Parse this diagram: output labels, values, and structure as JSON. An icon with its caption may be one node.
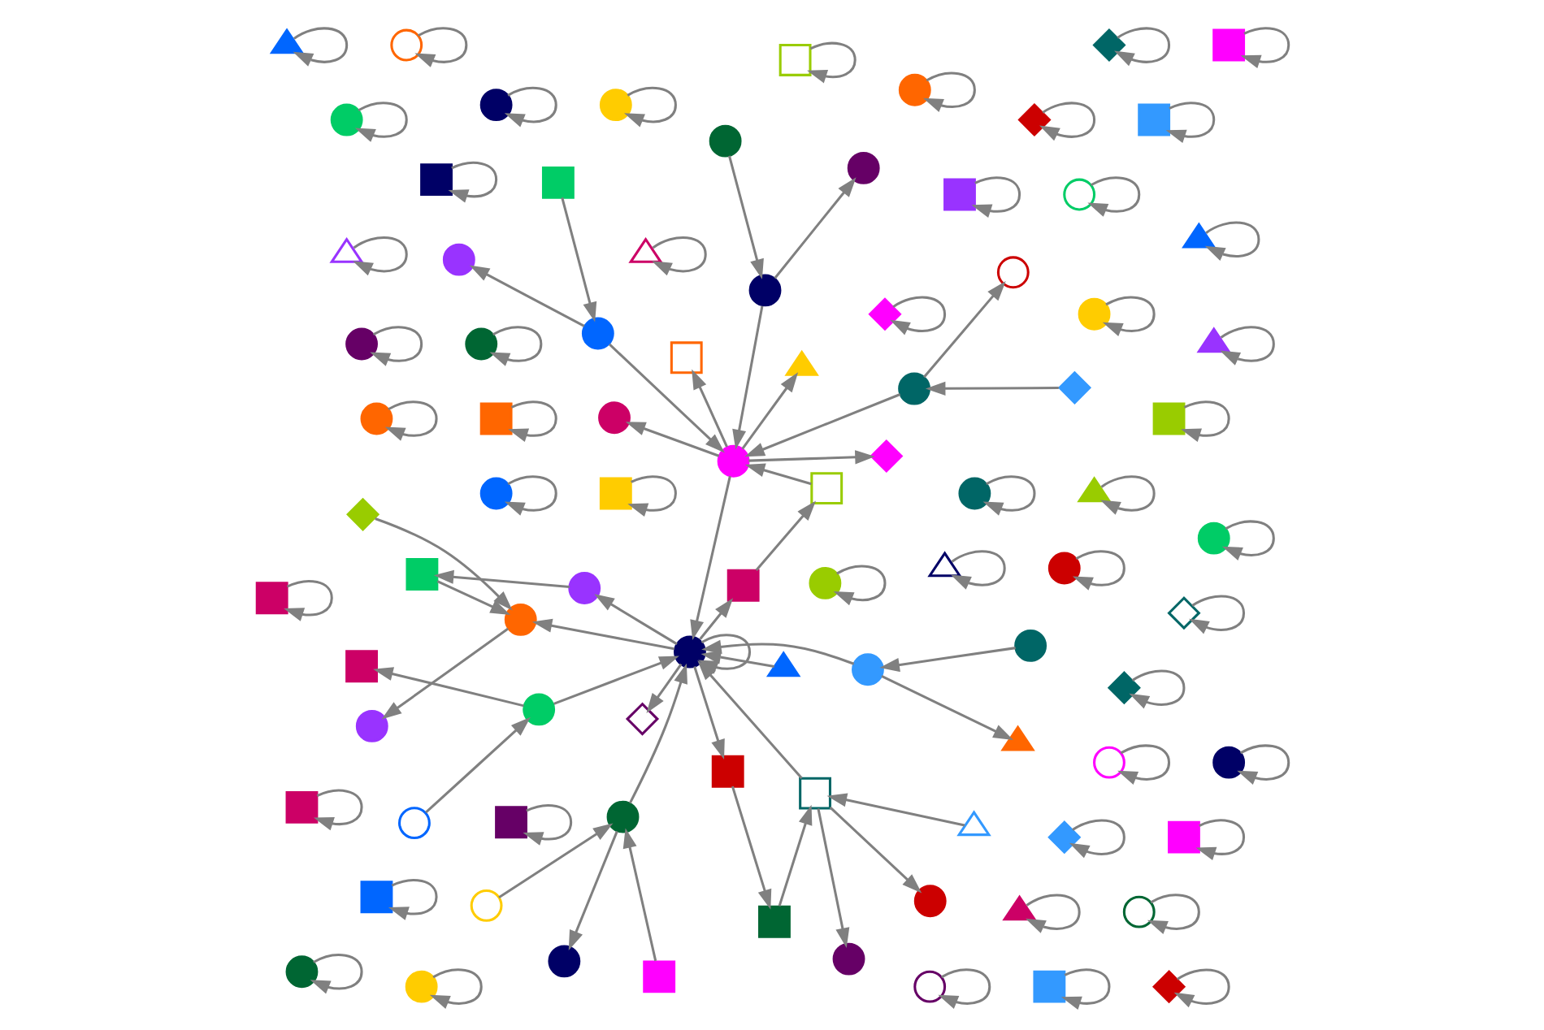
{
  "diagram": {
    "nodes": [
      {
        "text": [],
        "shape": "circle"
      },
      {
        "text": [],
        "shape": "circle"
      },
      {
        "text": [],
        "shape": "box"
      },
      {
        "text": [],
        "shape": "circle"
      },
      {
        "text": [],
        "shape": "triangle"
      },
      {
        "text": [],
        "shape": "box"
      },
      {
        "text": [],
        "shape": "circle"
      },
      {
        "text": [],
        "shape": "diamond"
      },
      {
        "text": [],
        "shape": "circle"
      },
      {
        "text": [],
        "shape": "box"
      },
      {
        "text": [],
        "shape": "circle"
      },
      {
        "text": [],
        "shape": "circle"
      },
      {
        "text": [],
        "shape": "box"
      },
      {
        "text": [],
        "shape": "triangle"
      },
      {
        "text": [],
        "shape": "circle"
      },
      {
        "text": [],
        "shape": "diamond"
      },
      {
        "text": [],
        "shape": "circle"
      },
      {
        "text": [],
        "shape": "box"
      },
      {
        "text": [],
        "shape": "circle"
      },
      {
        "text": [],
        "shape": "circle"
      },
      {
        "text": [],
        "shape": "box"
      },
      {
        "text": [],
        "shape": "circle"
      },
      {
        "text": [],
        "shape": "triangle"
      },
      {
        "text": [],
        "shape": "circle"
      },
      {
        "text": [],
        "shape": "box"
      },
      {
        "text": [],
        "shape": "circle"
      },
      {
        "text": [],
        "shape": "diamond"
      },
      {
        "text": [],
        "shape": "circle"
      },
      {
        "text": [],
        "shape": "circle"
      },
      {
        "text": [],
        "shape": "box"
      },
      {
        "text": [],
        "shape": "circle"
      },
      {
        "text": [],
        "shape": "triangle"
      },
      {
        "text": [],
        "shape": "circle"
      },
      {
        "text": [],
        "shape": "box"
      },
      {
        "text": [],
        "shape": "circle"
      },
      {
        "text": [],
        "shape": "circle"
      },
      {
        "text": [],
        "shape": "diamond"
      },
      {
        "text": [],
        "shape": "circle"
      },
      {
        "text": [],
        "shape": "box"
      },
      {
        "text": [],
        "shape": "circle"
      },
      {
        "text": [],
        "shape": "circle"
      },
      {
        "text": [],
        "shape": "box"
      },
      {
        "text": [],
        "shape": "triangle"
      },
      {
        "text": [],
        "shape": "diamond"
      },
      {
        "text": [],
        "shape": "circle"
      },
      {
        "text": [],
        "shape": "box"
      },
      {
        "text": [],
        "shape": "circle"
      },
      {
        "text": [],
        "shape": "triangle"
      },
      {
        "text": [],
        "shape": "circle"
      },
      {
        "text": [],
        "shape": "box"
      },
      {
        "text": [],
        "shape": "diamond"
      },
      {
        "text": [],
        "shape": "circle"
      },
      {
        "text": [],
        "shape": "circle"
      },
      {
        "text": [],
        "shape": "box"
      },
      {
        "text": [],
        "shape": "triangle"
      },
      {
        "text": [],
        "shape": "circle"
      },
      {
        "text": [],
        "shape": "box"
      },
      {
        "text": [],
        "shape": "circle"
      },
      {
        "text": [],
        "shape": "diamond"
      },
      {
        "text": [],
        "shape": "circle"
      },
      {
        "text": [],
        "shape": "box"
      },
      {
        "text": [],
        "shape": "triangle"
      },
      {
        "text": [],
        "shape": "circle"
      },
      {
        "text": [],
        "shape": "circle"
      },
      {
        "text": [],
        "shape": "box"
      },
      {
        "text": [],
        "shape": "diamond"
      },
      {
        "text": [],
        "shape": "circle"
      },
      {
        "text": [],
        "shape": "triangle"
      },
      {
        "text": [],
        "shape": "box"
      },
      {
        "text": [],
        "shape": "circle"
      },
      {
        "text": [],
        "shape": "circle"
      },
      {
        "text": [],
        "shape": "box"
      },
      {
        "text": [],
        "shape": "diamond"
      },
      {
        "text": [],
        "shape": "circle"
      },
      {
        "text": [],
        "shape": "triangle"
      },
      {
        "text": [],
        "shape": "box"
      },
      {
        "text": [],
        "shape": "circle"
      },
      {
        "text": [],
        "shape": "circle"
      },
      {
        "text": [],
        "shape": "box"
      },
      {
        "text": [],
        "shape": "diamond"
      },
      {
        "text": [],
        "shape": "circle"
      },
      {
        "text": [],
        "shape": "triangle"
      },
      {
        "text": [],
        "shape": "box"
      },
      {
        "text": [],
        "shape": "circle"
      },
      {
        "text": [],
        "shape": "circle"
      },
      {
        "text": [],
        "shape": "box"
      },
      {
        "text": [],
        "shape": "diamond"
      },
      {
        "text": [],
        "shape": "circle"
      },
      {
        "text": [],
        "shape": "triangle"
      },
      {
        "text": [],
        "shape": "box"
      }
    ],
    "edges": [
      {
        "from": 1,
        "to": 0,
        "arrow": "to"
      },
      {
        "from": 2,
        "to": 0,
        "arrow": "to"
      },
      {
        "from": 0,
        "to": 3,
        "arrow": "to"
      },
      {
        "from": 4,
        "to": 0,
        "arrow": "to"
      },
      {
        "from": 0,
        "to": 5,
        "arrow": "to"
      },
      {
        "from": 6,
        "to": 0,
        "arrow": "to"
      },
      {
        "from": 0,
        "to": 7,
        "arrow": "to"
      },
      {
        "from": 8,
        "to": 0,
        "arrow": "to"
      },
      {
        "from": 0,
        "to": 9,
        "arrow": "to"
      },
      {
        "from": 10,
        "to": 0,
        "arrow": "to"
      },
      {
        "from": 0,
        "to": 11,
        "arrow": "to"
      },
      {
        "from": 12,
        "to": 1,
        "arrow": "to"
      },
      {
        "from": 1,
        "to": 13,
        "arrow": "to"
      },
      {
        "from": 14,
        "to": 1,
        "arrow": "to"
      },
      {
        "from": 1,
        "to": 15,
        "arrow": "to"
      },
      {
        "from": 16,
        "to": 1,
        "arrow": "to"
      },
      {
        "from": 1,
        "to": 17,
        "arrow": "to"
      },
      {
        "from": 18,
        "to": 1,
        "arrow": "to"
      },
      {
        "from": 1,
        "to": 19,
        "arrow": "to"
      },
      {
        "from": 20,
        "to": 2,
        "arrow": "to"
      },
      {
        "from": 2,
        "to": 21,
        "arrow": "to"
      },
      {
        "from": 22,
        "to": 2,
        "arrow": "to"
      },
      {
        "from": 2,
        "to": 23,
        "arrow": "to"
      },
      {
        "from": 24,
        "to": 3,
        "arrow": "to"
      },
      {
        "from": 3,
        "to": 25,
        "arrow": "to"
      },
      {
        "from": 26,
        "to": 3,
        "arrow": "to"
      },
      {
        "from": 27,
        "to": 6,
        "arrow": "to"
      },
      {
        "from": 6,
        "to": 28,
        "arrow": "to"
      },
      {
        "from": 29,
        "to": 6,
        "arrow": "to"
      },
      {
        "from": 30,
        "to": 8,
        "arrow": "to"
      },
      {
        "from": 8,
        "to": 31,
        "arrow": "to"
      },
      {
        "from": 32,
        "to": 10,
        "arrow": "to"
      },
      {
        "from": 10,
        "to": 33,
        "arrow": "to"
      },
      {
        "from": 34,
        "to": 14,
        "arrow": "to"
      },
      {
        "from": 14,
        "to": 35,
        "arrow": "to"
      },
      {
        "from": 36,
        "to": 16,
        "arrow": "to"
      },
      {
        "from": 16,
        "to": 37,
        "arrow": "to"
      },
      {
        "from": 38,
        "to": 18,
        "arrow": "to"
      },
      {
        "from": 18,
        "to": 39,
        "arrow": "to"
      },
      {
        "from": 5,
        "to": 12,
        "arrow": "to"
      },
      {
        "from": 9,
        "to": 20,
        "arrow": "to"
      },
      {
        "from": 11,
        "to": 24,
        "arrow": "to"
      },
      {
        "from": 0,
        "to": 0,
        "arrow": "to"
      },
      {
        "from": 40,
        "to": 40,
        "arrow": "to"
      },
      {
        "from": 41,
        "to": 41,
        "arrow": "to"
      },
      {
        "from": 42,
        "to": 42,
        "arrow": "to"
      },
      {
        "from": 43,
        "to": 43,
        "arrow": "to"
      },
      {
        "from": 44,
        "to": 44,
        "arrow": "to"
      },
      {
        "from": 45,
        "to": 45,
        "arrow": "to"
      },
      {
        "from": 46,
        "to": 46,
        "arrow": "to"
      },
      {
        "from": 47,
        "to": 47,
        "arrow": "to"
      },
      {
        "from": 48,
        "to": 48,
        "arrow": "to"
      },
      {
        "from": 49,
        "to": 49,
        "arrow": "to"
      },
      {
        "from": 50,
        "to": 50,
        "arrow": "to"
      },
      {
        "from": 51,
        "to": 51,
        "arrow": "to"
      },
      {
        "from": 52,
        "to": 52,
        "arrow": "to"
      },
      {
        "from": 53,
        "to": 53,
        "arrow": "to"
      },
      {
        "from": 54,
        "to": 54,
        "arrow": "to"
      },
      {
        "from": 55,
        "to": 55,
        "arrow": "to"
      },
      {
        "from": 56,
        "to": 56,
        "arrow": "to"
      },
      {
        "from": 57,
        "to": 57,
        "arrow": "to"
      },
      {
        "from": 58,
        "to": 58,
        "arrow": "to"
      },
      {
        "from": 59,
        "to": 59,
        "arrow": "to"
      },
      {
        "from": 60,
        "to": 60,
        "arrow": "to"
      },
      {
        "from": 61,
        "to": 61,
        "arrow": "to"
      },
      {
        "from": 62,
        "to": 62,
        "arrow": "to"
      },
      {
        "from": 63,
        "to": 63,
        "arrow": "to"
      },
      {
        "from": 64,
        "to": 64,
        "arrow": "to"
      },
      {
        "from": 65,
        "to": 65,
        "arrow": "to"
      },
      {
        "from": 66,
        "to": 66,
        "arrow": "to"
      },
      {
        "from": 67,
        "to": 67,
        "arrow": "to"
      },
      {
        "from": 68,
        "to": 68,
        "arrow": "to"
      },
      {
        "from": 69,
        "to": 69,
        "arrow": "to"
      },
      {
        "from": 70,
        "to": 70,
        "arrow": "to"
      },
      {
        "from": 71,
        "to": 71,
        "arrow": "to"
      },
      {
        "from": 72,
        "to": 72,
        "arrow": "to"
      },
      {
        "from": 73,
        "to": 73,
        "arrow": "to"
      },
      {
        "from": 74,
        "to": 74,
        "arrow": "to"
      },
      {
        "from": 75,
        "to": 75,
        "arrow": "to"
      },
      {
        "from": 76,
        "to": 76,
        "arrow": "to"
      },
      {
        "from": 77,
        "to": 77,
        "arrow": "to"
      },
      {
        "from": 78,
        "to": 78,
        "arrow": "to"
      },
      {
        "from": 79,
        "to": 79,
        "arrow": "to"
      },
      {
        "from": 80,
        "to": 80,
        "arrow": "to"
      },
      {
        "from": 81,
        "to": 81,
        "arrow": "to"
      },
      {
        "from": 82,
        "to": 82,
        "arrow": "to"
      },
      {
        "from": 83,
        "to": 83,
        "arrow": "to"
      },
      {
        "from": 84,
        "to": 84,
        "arrow": "to"
      },
      {
        "from": 85,
        "to": 85,
        "arrow": "to"
      },
      {
        "from": 86,
        "to": 86,
        "arrow": "to"
      },
      {
        "from": 87,
        "to": 87,
        "arrow": "to"
      },
      {
        "from": 88,
        "to": 88,
        "arrow": "to"
      },
      {
        "from": 89,
        "to": 89,
        "arrow": "to"
      }
    ]
  }
}
